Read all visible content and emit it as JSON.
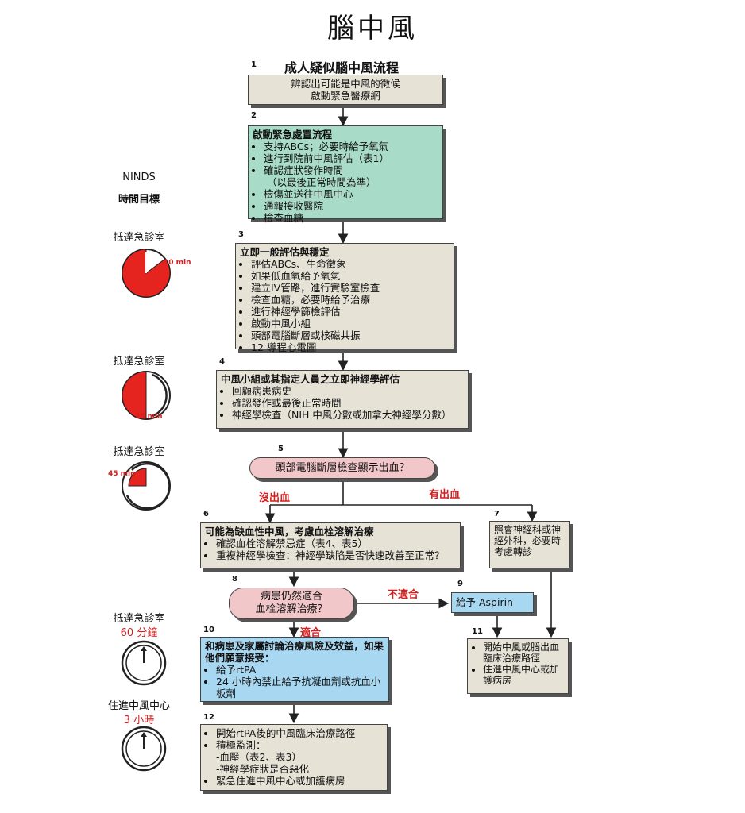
{
  "title": "腦中風",
  "flow_title": "成人疑似腦中風流程",
  "timeline": {
    "header1": "NINDS",
    "header2": "時間目標",
    "t1_label": "抵達急診室",
    "t1_time": "10 min",
    "t2_label": "抵達急診室",
    "t2_time": "25 min",
    "t3_label": "抵達急診室",
    "t3_time": "45 min",
    "t4_label": "抵達急診室",
    "t4_time": "60 分鐘",
    "t5_label": "住進中風中心",
    "t5_time": "3 小時"
  },
  "steps": {
    "s1": {
      "num": "1",
      "lines": [
        "辨認出可能是中風的徵候",
        "啟動緊急醫療網"
      ]
    },
    "s2": {
      "num": "2",
      "head": "啟動緊急處置流程",
      "items": [
        "支持ABCs；必要時給予氧氣",
        "進行到院前中風評估（表1）",
        "確認症狀發作時間",
        "（以最後正常時間為準）",
        "檢傷並送往中風中心",
        "通報接收醫院",
        "檢查血糖"
      ]
    },
    "s3": {
      "num": "3",
      "head": "立即一般評估與穩定",
      "items": [
        "評估ABCs、生命徵象",
        "如果低血氧給予氧氣",
        "建立IV管路，進行實驗室檢查",
        "檢查血糖，必要時給予治療",
        "進行神經學篩檢評估",
        "啟動中風小組",
        "頭部電腦斷層或核磁共振",
        "12 導程心電圖"
      ]
    },
    "s4": {
      "num": "4",
      "head": "中風小組或其指定人員之立即神經學評估",
      "items": [
        "回顧病患病史",
        "確認發作或最後正常時間",
        "神經學檢查（NIH 中風分數或加拿大神經學分數）"
      ]
    },
    "s5": {
      "num": "5",
      "text": "頭部電腦斷層檢查顯示出血？"
    },
    "no_bleed": "沒出血",
    "bleed": "有出血",
    "s6": {
      "num": "6",
      "head": "可能為缺血性中風，考慮血栓溶解治療",
      "items": [
        "確認血栓溶解禁忌症（表4、表5）",
        "重複神經學檢查：神經學缺陷是否快速改善至正常？"
      ]
    },
    "s7": {
      "num": "7",
      "text": "照會神經科或神經外科，必要時考慮轉診"
    },
    "s8": {
      "num": "8",
      "line1": "病患仍然適合",
      "line2": "血栓溶解治療？"
    },
    "not_suitable": "不適合",
    "suitable": "適合",
    "s9": {
      "num": "9",
      "text": "給予 Aspirin"
    },
    "s10": {
      "num": "10",
      "head": "和病患及家屬討論治療風險及效益，如果他們願意接受：",
      "items": [
        "給予rtPA",
        "24 小時內禁止給予抗凝血劑或抗血小板劑"
      ]
    },
    "s11": {
      "num": "11",
      "items": [
        "開始中風或腦出血臨床治療路徑",
        "住進中風中心或加護病房"
      ]
    },
    "s12": {
      "num": "12",
      "items": [
        "開始rtPA後的中風臨床治療路徑",
        "積極監測：",
        "-血壓（表2、表3）",
        "-神經學症狀是否惡化",
        "緊急住進中風中心或加護病房"
      ]
    }
  },
  "colors": {
    "beige": "#e7e2d6",
    "green": "#a9dcc8",
    "blue": "#a8d7f1",
    "pink": "#f2c7c9",
    "red": "#d21f1f"
  }
}
